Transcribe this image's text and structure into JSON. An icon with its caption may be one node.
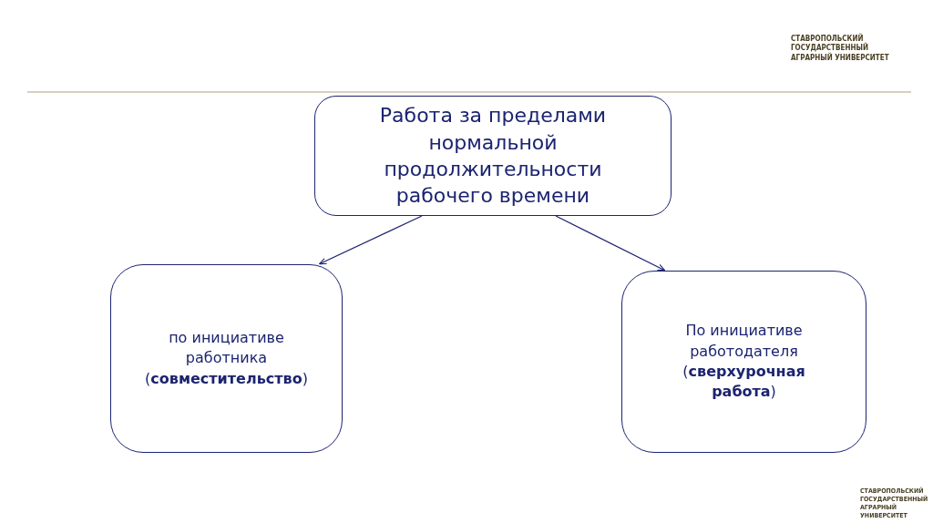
{
  "diagram": {
    "nodes": [
      {
        "text": [
          "Работа за пределами нормальной продолжительности рабочего времени"
        ]
      },
      {
        "text": [
          "по инициативе работника (**совместительство**)"
        ]
      },
      {
        "text": [
          "По инициативе работодателя (**сверхурочная работа**)"
        ]
      }
    ],
    "edges": [
      {
        "from": 0,
        "to": 1,
        "arrow": "to"
      },
      {
        "from": 0,
        "to": 2,
        "arrow": "to"
      }
    ],
    "labels": [
      "СТАВРОПОЛЬСКИЙ ГОСУДАРСТВЕННЫЙ АГРАРНЫЙ УНИВЕРСИТЕТ",
      "СТАВРОПОЛЬСКИЙ ГОСУДАРСТВЕННЫЙ АГРАРНЫЙ УНИВЕРСИТЕТ"
    ]
  }
}
